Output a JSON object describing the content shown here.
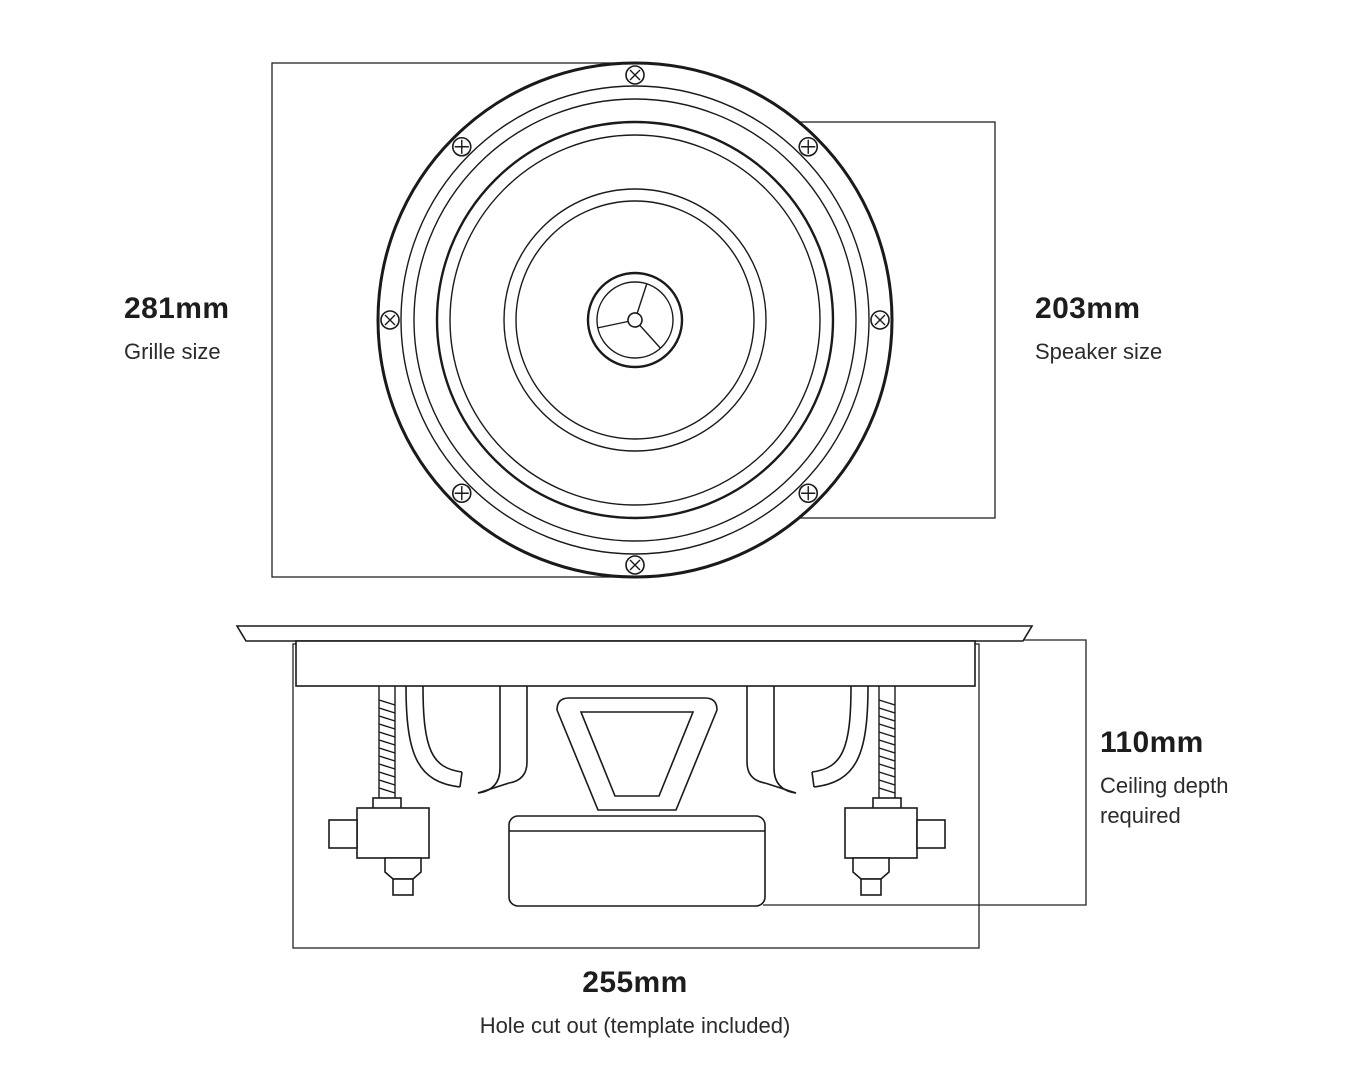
{
  "labels": {
    "grille": {
      "value": "281mm",
      "caption": "Grille size"
    },
    "speaker": {
      "value": "203mm",
      "caption": "Speaker size"
    },
    "depth": {
      "value": "110mm",
      "caption_lines": [
        "Ceiling depth",
        "required"
      ]
    },
    "hole": {
      "value": "255mm",
      "caption": "Hole cut out (template included)"
    }
  },
  "dimensions_mm": {
    "grille_size": 281,
    "speaker_size": 203,
    "ceiling_depth_required": 110,
    "hole_cut_out": 255
  },
  "colors": {
    "line": "#1a1a1a",
    "background": "#ffffff"
  }
}
